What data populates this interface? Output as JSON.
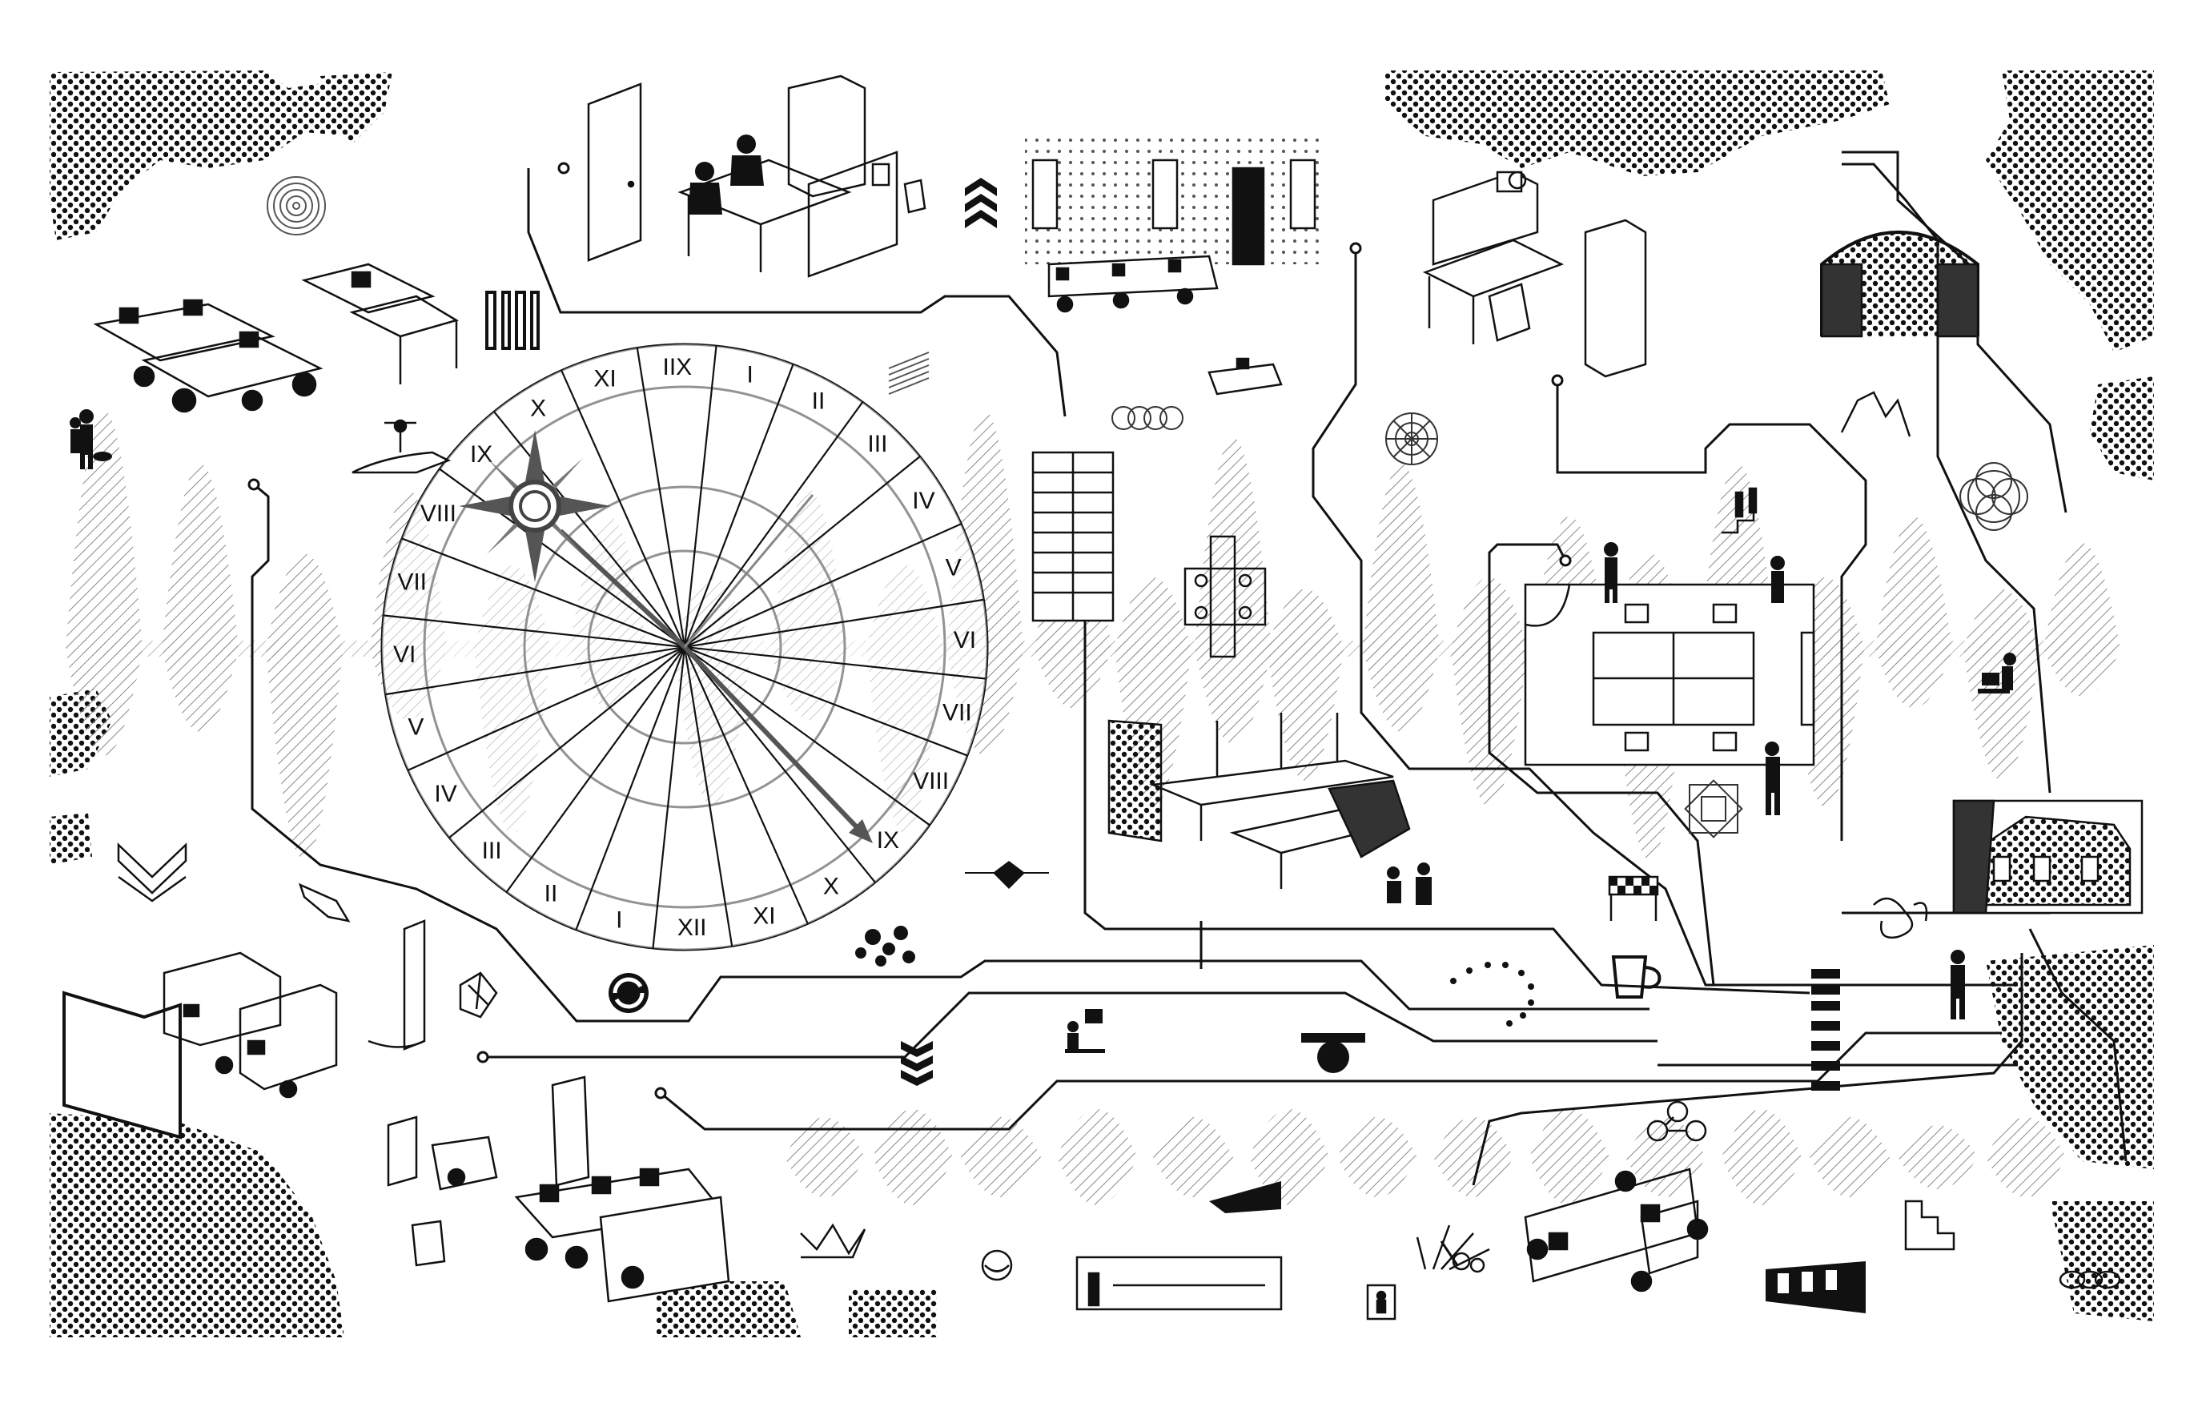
{
  "colors": {
    "ink": "#111111",
    "hatch": "#9a9a9a",
    "background": "#ffffff"
  },
  "dial": {
    "outer_labels": [
      "I",
      "II",
      "III",
      "IV",
      "V",
      "VI",
      "VII",
      "VIII",
      "IX",
      "X",
      "XI",
      "XII",
      "I",
      "II",
      "III",
      "IV",
      "V",
      "VI",
      "VII",
      "VIII",
      "IX",
      "X",
      "XI",
      "IIX"
    ],
    "hand_label": "IX"
  },
  "icons": [
    "compass-star-icon",
    "sun-icon",
    "concentric-circles-icon",
    "spiral-flower-icon",
    "rosette-icon",
    "coffee-mug-icon",
    "checkered-flag-icon",
    "recycle-icon",
    "chevron-stack-icon",
    "bar-code-icon",
    "knot-loop-icon",
    "chain-rings-icon",
    "stairs-icon",
    "dotted-fan-icon"
  ]
}
